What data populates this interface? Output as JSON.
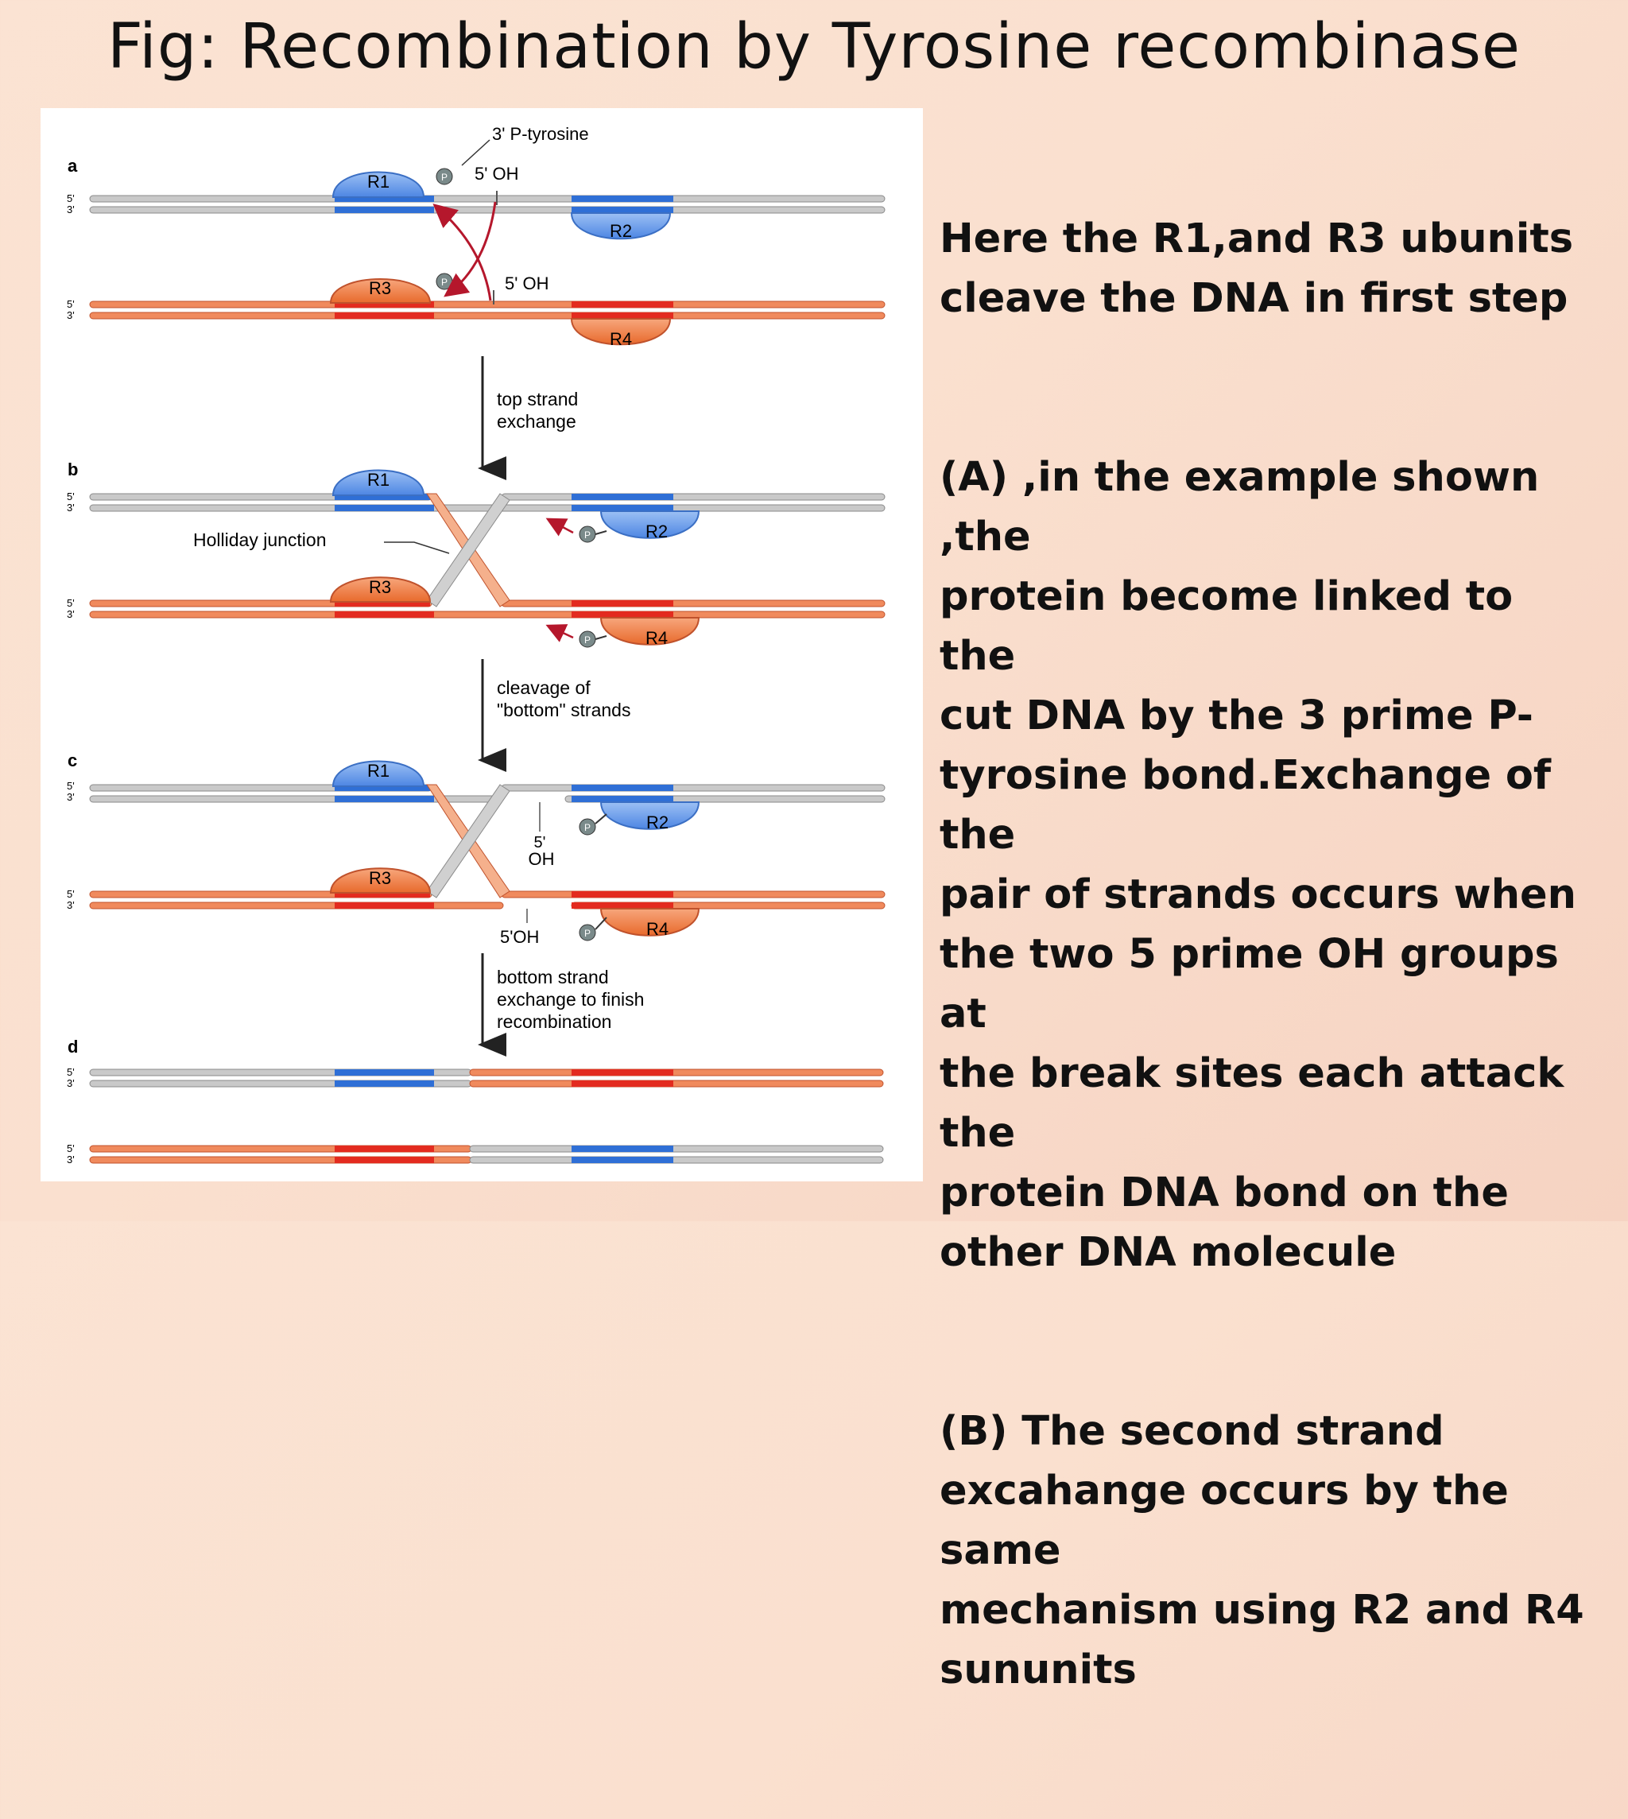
{
  "title": "Fig: Recombination by Tyrosine recombinase",
  "figure": {
    "labels": {
      "p_tyrosine": "3' P-tyrosine",
      "oh_a1": "5' OH",
      "oh_a2": "5' OH",
      "oh_c_top": "5'",
      "oh_c_bottom": "OH",
      "oh_c2": "5'OH",
      "holliday": "Holliday junction",
      "five_prime": "5'",
      "three_prime": "3'",
      "phosphate": "P"
    },
    "panels": [
      "a",
      "b",
      "c",
      "d"
    ],
    "proteins": [
      "R1",
      "R2",
      "R3",
      "R4"
    ],
    "steps": {
      "step1_line1": "top strand",
      "step1_line2": "exchange",
      "step2_line1": "cleavage of",
      "step2_line2": "\"bottom\" strands",
      "step3_line1": "bottom strand",
      "step3_line2": "exchange to finish",
      "step3_line3": "recombination"
    },
    "colors": {
      "grey_strand": "#c9c9c9",
      "orange_strand": "#f08a5d",
      "blue_site": "#2f6fd6",
      "red_site": "#e32b1f",
      "blue_protein": "#5f96ea",
      "orange_protein": "#ee7d45",
      "arrow_red": "#b5172c"
    }
  },
  "text": {
    "p1": "Here the R1,and R3 ubunits\ncleave the DNA in first step",
    "p2": "(A) ,in the example shown ,the\nprotein become linked  to the\ncut DNA by the 3 prime P-\ntyrosine bond.Exchange of the\npair of strands occurs  when\nthe two 5 prime OH groups at\nthe break sites each attack the\nprotein DNA bond on the\nother DNA molecule",
    "p3": "(B) The second strand\nexcahange occurs by the same\nmechanism using R2 and R4\nsununits"
  }
}
